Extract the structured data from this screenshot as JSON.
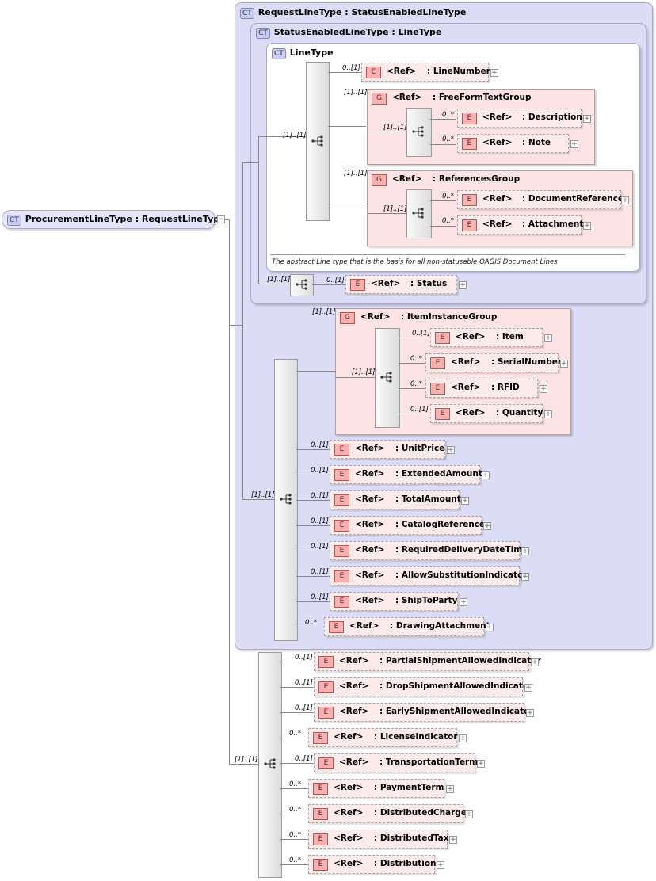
{
  "root": {
    "badge": "CT",
    "label": "ProcurementLineType : RequestLineType",
    "expander": "−"
  },
  "request_line": {
    "badge": "CT",
    "label": "RequestLineType : StatusEnabledLineType"
  },
  "status_enabled": {
    "badge": "CT",
    "label": "StatusEnabledLineType : LineType"
  },
  "line_type": {
    "badge": "CT",
    "label": "LineType",
    "documentation": "The abstract Line type that is the basis for all non-statusable OAGIS Document Lines"
  },
  "ref_label": "<Ref>",
  "elem_badge": "E",
  "group_badge": "G",
  "expander": "+",
  "cards": {
    "c11": "[1]..[1]",
    "c01": "0..[1]",
    "c0s": "0..*"
  },
  "line_number": {
    "card": "0..[1]",
    "name": ": LineNumber"
  },
  "free_form_group": {
    "card": "[1]..[1]",
    "name": ": FreeFormTextGroup",
    "seq_card": "[1]..[1]"
  },
  "description": {
    "card": "0..*",
    "name": ": Description"
  },
  "note": {
    "card": "0..*",
    "name": ": Note"
  },
  "references_group": {
    "card": "[1]..[1]",
    "name": ": ReferencesGroup",
    "seq_card": "[1]..[1]"
  },
  "document_reference": {
    "card": "0..*",
    "name": ": DocumentReference"
  },
  "attachment": {
    "card": "0..*",
    "name": ": Attachment"
  },
  "line_seq_card": "[1]..[1]",
  "status_seq_card": "[1]..[1]",
  "status": {
    "card": "0..[1]",
    "name": ": Status"
  },
  "item_instance_group": {
    "card": "[1]..[1]",
    "name": ": ItemInstanceGroup",
    "seq_card": "[1]..[1]"
  },
  "item": {
    "card": "0..[1]",
    "name": ": Item"
  },
  "serial_number": {
    "card": "0..*",
    "name": ": SerialNumber"
  },
  "rfid": {
    "card": "0..*",
    "name": ": RFID"
  },
  "quantity": {
    "card": "0..[1]",
    "name": ": Quantity"
  },
  "request_seq_card": "[1]..[1]",
  "request_items": [
    {
      "card": "0..[1]",
      "name": ": UnitPrice"
    },
    {
      "card": "0..[1]",
      "name": ": ExtendedAmount"
    },
    {
      "card": "0..[1]",
      "name": ": TotalAmount"
    },
    {
      "card": "0..[1]",
      "name": ": CatalogReference"
    },
    {
      "card": "0..[1]",
      "name": ": RequiredDeliveryDateTime"
    },
    {
      "card": "0..[1]",
      "name": ": AllowSubstitutionIndicator"
    },
    {
      "card": "0..[1]",
      "name": ": ShipToParty"
    },
    {
      "card": "0..*",
      "name": ": DrawingAttachment"
    }
  ],
  "procurement_seq_card": "[1]..[1]",
  "procurement_items": [
    {
      "card": "0..[1]",
      "name": ": PartialShipmentAllowedIndicator"
    },
    {
      "card": "0..[1]",
      "name": ": DropShipmentAllowedIndicator"
    },
    {
      "card": "0..[1]",
      "name": ": EarlyShipmentAllowedIndicator"
    },
    {
      "card": "0..*",
      "name": ": LicenseIndicator"
    },
    {
      "card": "0..[1]",
      "name": ": TransportationTerm"
    },
    {
      "card": "0..*",
      "name": ": PaymentTerm"
    },
    {
      "card": "0..*",
      "name": ": DistributedCharge"
    },
    {
      "card": "0..*",
      "name": ": DistributedTax"
    },
    {
      "card": "0..*",
      "name": ": Distribution"
    }
  ]
}
